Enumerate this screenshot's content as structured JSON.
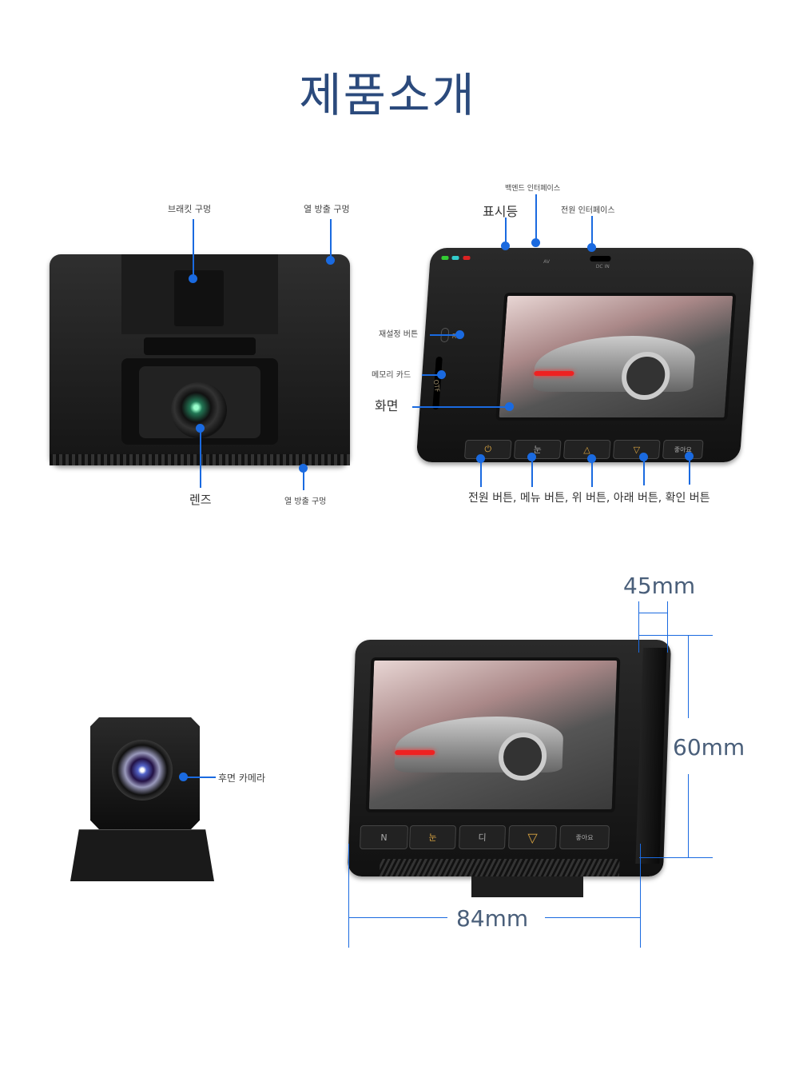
{
  "title": "제품소개",
  "front_view": {
    "labels": {
      "bracket_hole": "브래킷 구멍",
      "heat_vent_top": "열 방출 구멍",
      "lens": "렌즈",
      "heat_vent_bottom": "열 방출 구멍"
    }
  },
  "side_view": {
    "labels": {
      "backend_interface": "백엔드 인터페이스",
      "indicator": "표시등",
      "power_interface": "전원 인터페이스",
      "reset_button": "재설정 버튼",
      "memory_card": "메모리 카드",
      "screen": "화면",
      "buttons": "전원 버튼, 메뉴 버튼, 위 버튼, 아래 버튼, 확인 버튼"
    },
    "port_marks": {
      "av": "AV",
      "dc_in": "DC IN",
      "reset": "R",
      "tf": "OTF"
    },
    "button_glyphs": [
      "⏻",
      "눈",
      "△",
      "▽",
      "좋아요"
    ]
  },
  "rear_camera": {
    "label": "후면 카메라"
  },
  "dimensions": {
    "depth": "45mm",
    "height": "60mm",
    "width": "84mm",
    "button_glyphs": [
      "N",
      "눈",
      "디",
      "▽",
      "좋아요"
    ]
  },
  "colors": {
    "accent": "#1a6ae0",
    "title": "#2b4a7c"
  }
}
